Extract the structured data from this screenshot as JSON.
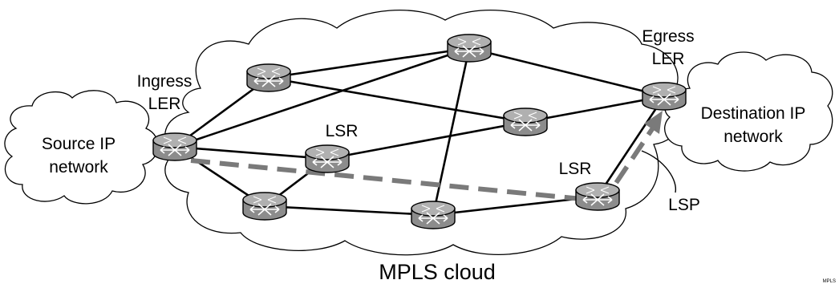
{
  "clouds": {
    "mpls_label": "MPLS cloud",
    "source_label": [
      "Source IP",
      "network"
    ],
    "destination_label": [
      "Destination IP",
      "network"
    ]
  },
  "labels": {
    "ingress": [
      "Ingress",
      "LER"
    ],
    "egress": [
      "Egress",
      "LER"
    ],
    "lsr_center": "LSR",
    "lsr_right": "LSR",
    "lsp": "LSP",
    "corner_tag": "MPLS"
  },
  "colors": {
    "router_fill": "#8c8c8c",
    "router_top": "#b0b0b0",
    "lsp_color": "#7a7a7a",
    "line_color": "#000000"
  },
  "icons": {
    "router": "router-icon",
    "arrow": "arrow-head-icon"
  }
}
